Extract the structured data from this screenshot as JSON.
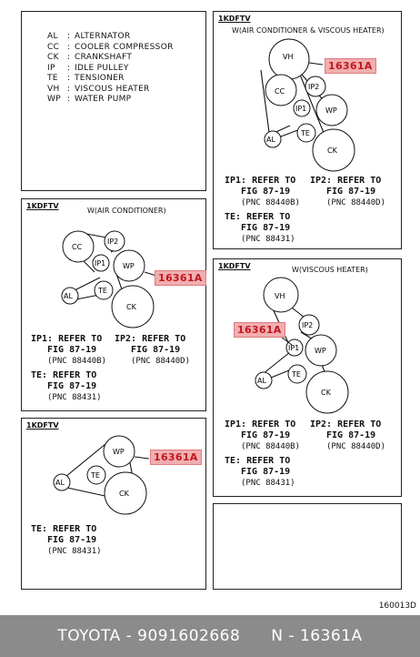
{
  "legend": [
    {
      "code": "AL",
      "desc": "ALTERNATOR"
    },
    {
      "code": "CC",
      "desc": "COOLER COMPRESSOR"
    },
    {
      "code": "CK",
      "desc": "CRANKSHAFT"
    },
    {
      "code": "IP",
      "desc": "IDLE PULLEY"
    },
    {
      "code": "TE",
      "desc": "TENSIONER"
    },
    {
      "code": "VH",
      "desc": "VISCOUS HEATER"
    },
    {
      "code": "WP",
      "desc": "WATER PUMP"
    }
  ],
  "legend_colon": ":",
  "part_callout": "16361A",
  "panels": {
    "p1": {
      "title": "1KDFTV",
      "caption": "W(AIR CONDITIONER & VISCOUS HEATER)"
    },
    "p2": {
      "title": "1KDFTV",
      "caption": "W(AIR CONDITIONER)"
    },
    "p3": {
      "title": "1KDFTV",
      "caption": "W(VISCOUS HEATER)"
    },
    "p4": {
      "title": "1KDFTV"
    }
  },
  "refs": {
    "ip1": {
      "label": "IP1: REFER TO",
      "fig": "FIG 87-19",
      "pnc": "(PNC 88440B)"
    },
    "ip2": {
      "label": "IP2: REFER TO",
      "fig": "FIG 87-19",
      "pnc": "(PNC 88440D)"
    },
    "te": {
      "label": "TE: REFER TO",
      "fig": "FIG 87-19",
      "pnc": "(PNC 88431)"
    }
  },
  "figure_number": "160013D",
  "footer": {
    "brand": "TOYOTA - 9091602668",
    "part": "N - 16361A"
  },
  "colors": {
    "callout_bg": "#f1aeb0",
    "callout_text": "#c0181f",
    "footer_bg": "#8b8b8b"
  }
}
